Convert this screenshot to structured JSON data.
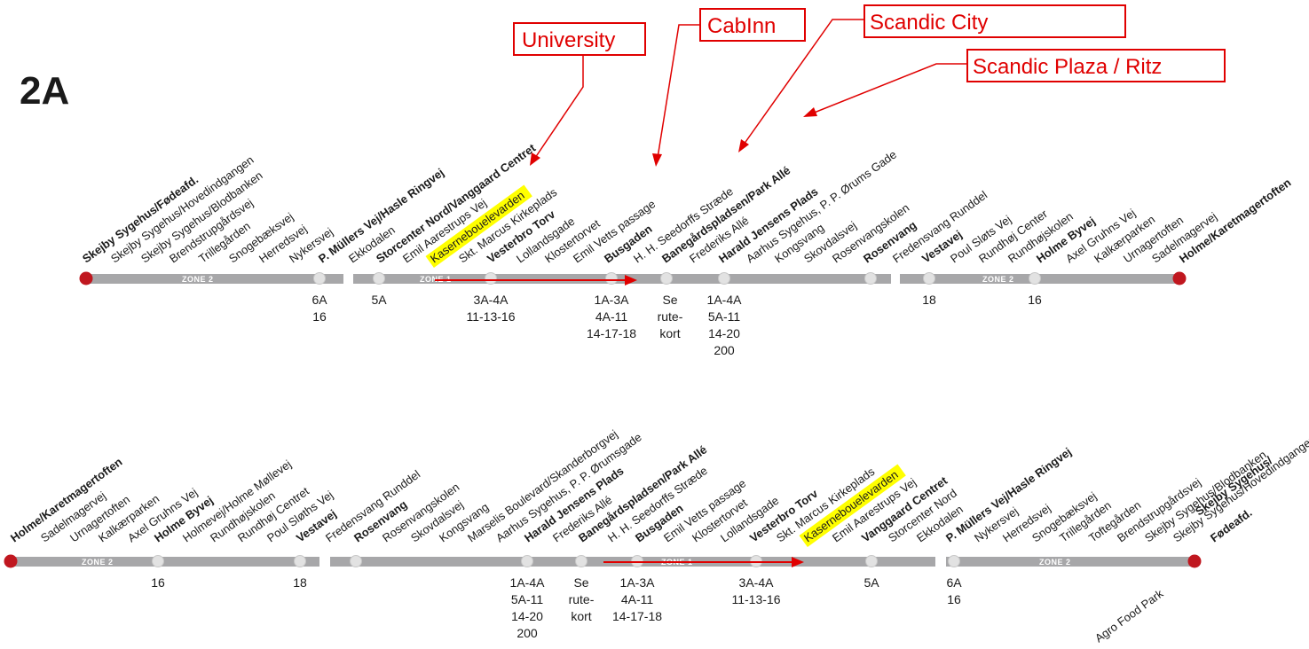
{
  "route_title": "2A",
  "colors": {
    "line": "#a7a7a9",
    "terminal": "#c0171f",
    "stop_fill": "#e2e2e2",
    "callout": "#e00000",
    "highlight": "#ffff00"
  },
  "callouts": {
    "university": "University",
    "cabinn": "CabInn",
    "scandic_city": "Scandic City",
    "scandic_plaza": "Scandic Plaza / Ritz"
  },
  "row1": {
    "zone_left": "ZONE 2",
    "zone_mid": "ZONE 1",
    "zone_right": "ZONE 2",
    "stops": [
      "Skejby Sygehus/Fødeafd.",
      "Skejby Sygehus/Hovedindgangen",
      "Skejby Sygehus/Blodbanken",
      "Brendstrupgårdsvej",
      "Trillegården",
      "Snogebæksvej",
      "Herredsvej",
      "Nykersvej",
      "P. Müllers Vej/Hasle Ringvej",
      "Ekkodalen",
      "Storcenter Nord/Vanggaard Centret",
      "Emil Aarestrups Vej",
      "Kasernebouelevarden",
      "Skt. Marcus Kirkeplads",
      "Vesterbro Torv",
      "Lollandsgade",
      "Klostertorvet",
      "Emil Vetts passage",
      "Busgaden",
      "H. H. Seedorffs Stræde",
      "Banegårdspladsen/Park Allé",
      "Frederiks Allé",
      "Harald Jensens Plads",
      "Aarhus Sygehus, P. P. Ørums Gade",
      "Kongsvang",
      "Skovdalsvej",
      "Rosenvangskolen",
      "Rosenvang",
      "Fredensvang Runddel",
      "Vestavej",
      "Poul Sløts Vej",
      "Rundhøj Center",
      "Rundhøjskolen",
      "Holme Byvej",
      "Axel Gruhns Vej",
      "Kalkærparken",
      "Urnagertoften",
      "Sadelmagervej",
      "Holme/Karetmagertoften"
    ],
    "connections": {
      "c1": "6A\n16",
      "c2": "5A",
      "c3": "3A-4A\n11-13-16",
      "c4": "1A-3A\n4A-11\n14-17-18",
      "c5": "Se\nrute-\nkort",
      "c6": "1A-4A\n5A-11\n14-20\n200",
      "c7": "18",
      "c8": "16"
    }
  },
  "row2": {
    "zone_left": "ZONE 2",
    "zone_mid": "ZONE 1",
    "zone_right": "ZONE 2",
    "stops": [
      "Holme/Karetmagertoften",
      "Sadelmagervej",
      "Urnagertoften",
      "Kalkærparken",
      "Axel Gruhns Vej",
      "Holme Byvej",
      "Holmevej/Holme Møllevej",
      "Rundhøjskolen",
      "Rundhøj Centret",
      "Poul Sløths Vej",
      "Vestavej",
      "Fredensvang Runddel",
      "Rosenvang",
      "Rosenvangskolen",
      "Skovdalsvej",
      "Kongsvang",
      "Marselis Boulevard/Skanderborgvej",
      "Aarhus Sygehus, P. P. Ørumsgade",
      "Harald Jensens Plads",
      "Frederiks Allé",
      "Banegårdspladsen/Park Allé",
      "H. H. Seedorffs Stræde",
      "Busgaden",
      "Emil Vetts passage",
      "Klostertorvet",
      "Lollandsgade",
      "Vesterbro Torv",
      "Skt. Marcus Kirkeplads",
      "Kasernebouelevarden",
      "Emil Aarestrups Vej",
      "Vanggaard Centret",
      "Storcenter Nord",
      "Ekkodalen",
      "P. Müllers Vej/Hasle Ringvej",
      "Nykersvej",
      "Herredsvej",
      "Snogebæksvej",
      "Trillegården",
      "Toftegården",
      "Brendstrupgårdsvej",
      "Skejby Sygehus/Blodbanken",
      "Skejby Sygehus/Hovedindgangen",
      "Skejby Sygehus/",
      "Fødeafd.",
      "Agro Food Park"
    ],
    "connections": {
      "c1": "16",
      "c2": "18",
      "c3": "1A-4A\n5A-11\n14-20\n200",
      "c4": "Se\nrute-\nkort",
      "c5": "1A-3A\n4A-11\n14-17-18",
      "c6": "3A-4A\n11-13-16",
      "c7": "5A",
      "c8": "6A\n16"
    }
  }
}
